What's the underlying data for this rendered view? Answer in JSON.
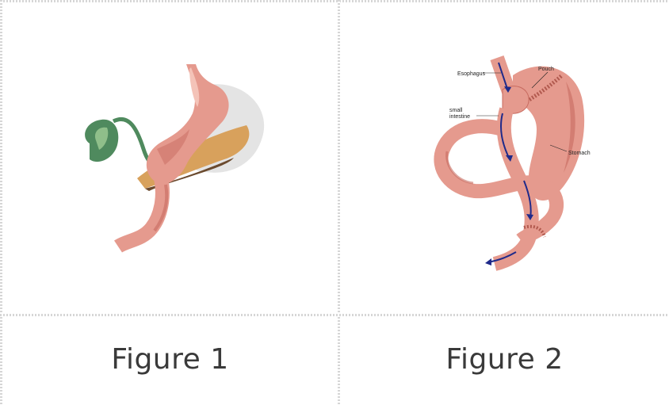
{
  "figures": [
    {
      "caption": "Figure 1",
      "labels": []
    },
    {
      "caption": "Figure 2",
      "labels": {
        "esophagus": "Esophagus",
        "pouch": "Pouch",
        "small_intestine_line1": "small",
        "small_intestine_line2": "intestine",
        "stomach": "Stomach"
      }
    }
  ],
  "colors": {
    "tissue": "#e59a8e",
    "tissue_dark": "#c76a5f",
    "gallbladder": "#4f8a5e",
    "pancreas": "#d8a15c",
    "arrow": "#1f2a8a",
    "border": "#d6d6d6"
  }
}
